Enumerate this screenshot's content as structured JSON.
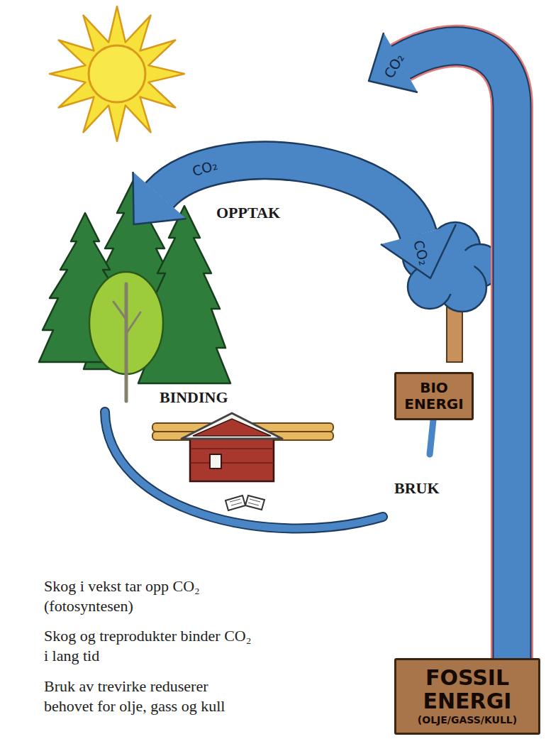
{
  "diagram": {
    "nodes": [
      {
        "text": [
          "BIO ENERGI"
        ]
      },
      {
        "text": [
          "FOSSIL ENERGI",
          "(OLJE/GASS/KULL)"
        ]
      }
    ],
    "labels": [
      "CO₂",
      "CO₂",
      "OPPTAK",
      "CO₂",
      "BINDING",
      "BRUK",
      "Skog i vekst tar opp CO₂ (fotosyntesen)",
      "Skog og treprodukter binder CO₂ i lang tid",
      "Bruk av trevirke reduserer behovet for olje, gass og kull"
    ]
  }
}
